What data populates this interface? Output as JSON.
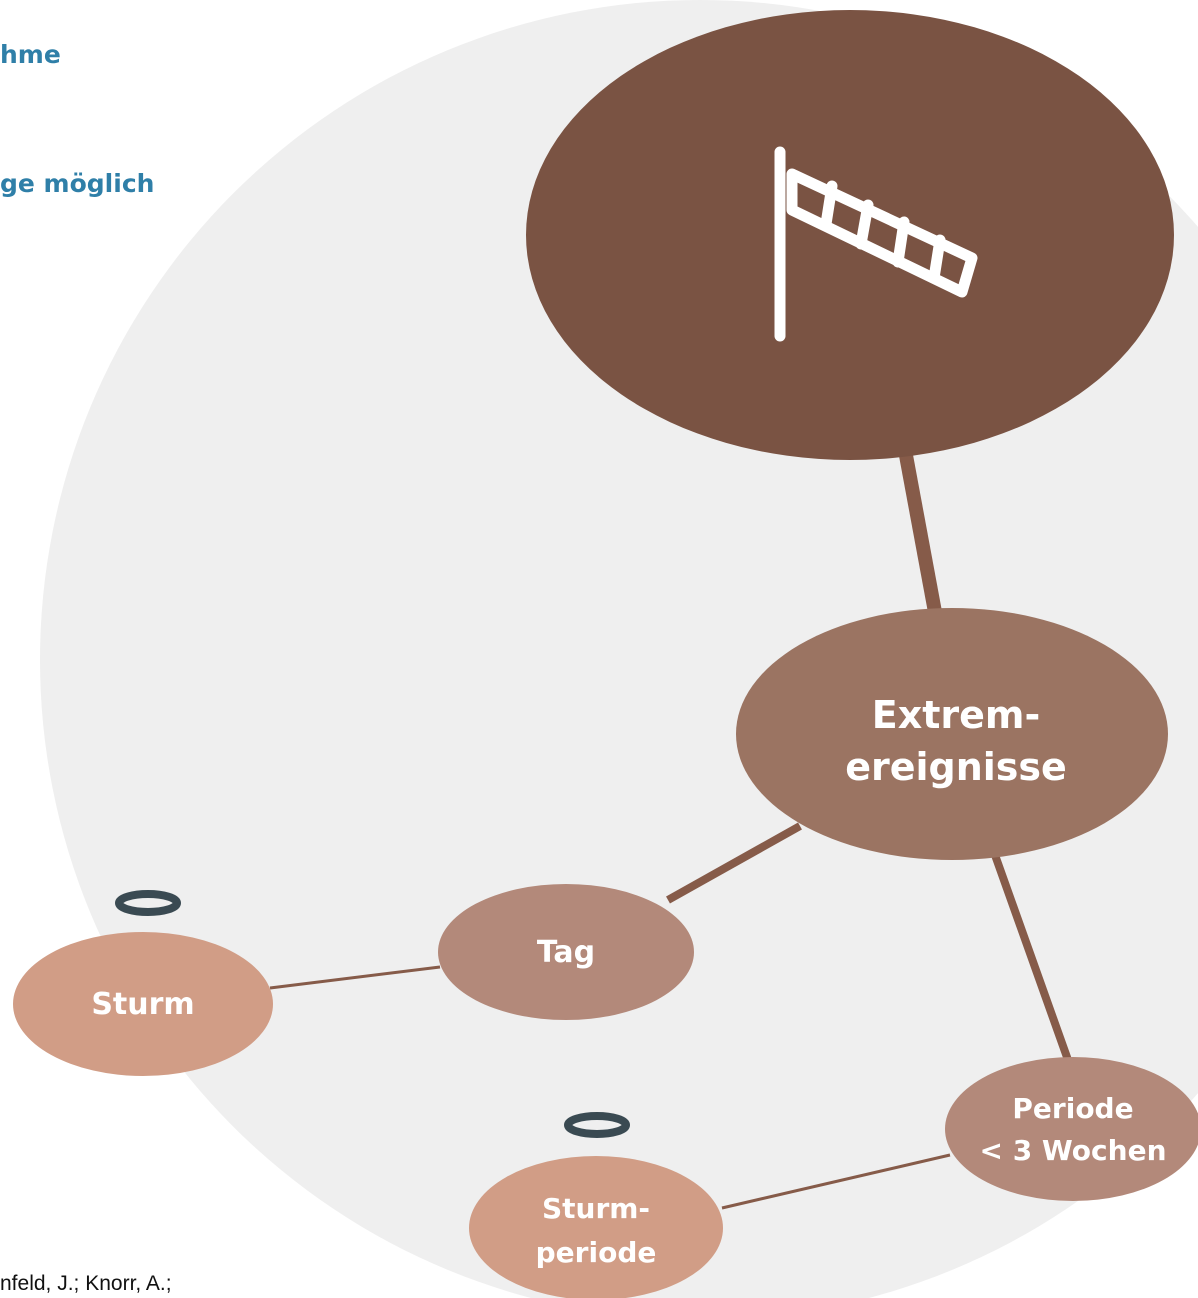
{
  "legend": {
    "line1": "hme",
    "line2": "ge möglich"
  },
  "citation": "nfeld, J.; Knorr, A.;",
  "colors": {
    "background_disc": "#efefef",
    "hub": "#7a5343",
    "extrem": "#9b7462",
    "mid_nodes": "#b3897a",
    "leaf_nodes": "#d19d86",
    "connector": "#865b49",
    "ring_marker": "#3a4a52",
    "legend_text": "#2f7fa8"
  },
  "icons": {
    "hub": "windsock-icon"
  },
  "nodes": {
    "extrem": {
      "line1": "Extrem-",
      "line2": "ereignisse"
    },
    "tag": {
      "label": "Tag"
    },
    "sturm": {
      "label": "Sturm"
    },
    "periode": {
      "line1": "Periode",
      "line2": "< 3 Wochen"
    },
    "sturmperiode": {
      "line1": "Sturm-",
      "line2": "periode"
    }
  }
}
